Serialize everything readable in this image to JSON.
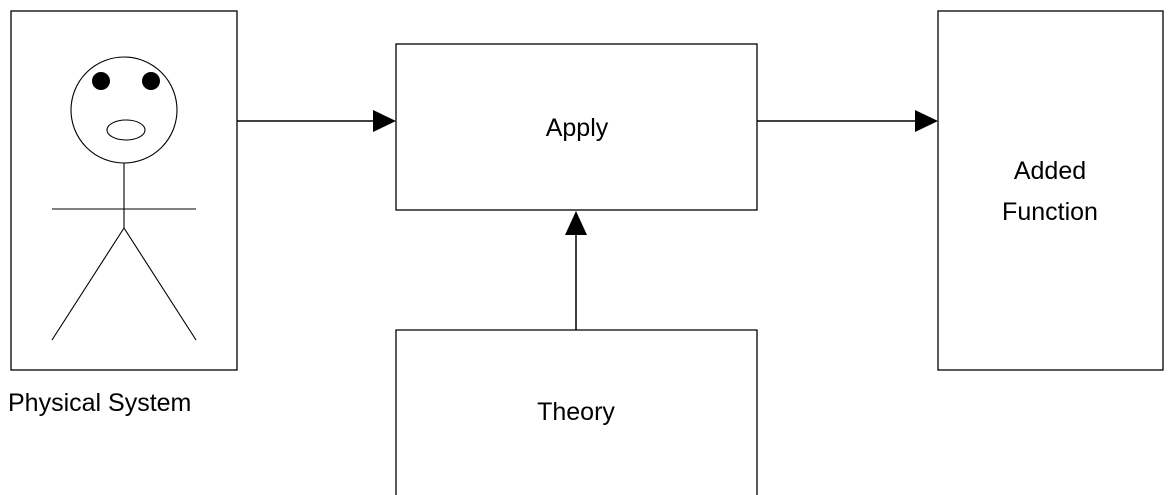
{
  "nodes": {
    "physical_system": {
      "label": "Physical System"
    },
    "apply": {
      "label": "Apply"
    },
    "theory": {
      "label": "Theory"
    },
    "added_function": {
      "label_line1": "Added",
      "label_line2": "Function"
    }
  },
  "edges": [
    {
      "from": "physical_system",
      "to": "apply"
    },
    {
      "from": "apply",
      "to": "added_function"
    },
    {
      "from": "theory",
      "to": "apply"
    }
  ]
}
